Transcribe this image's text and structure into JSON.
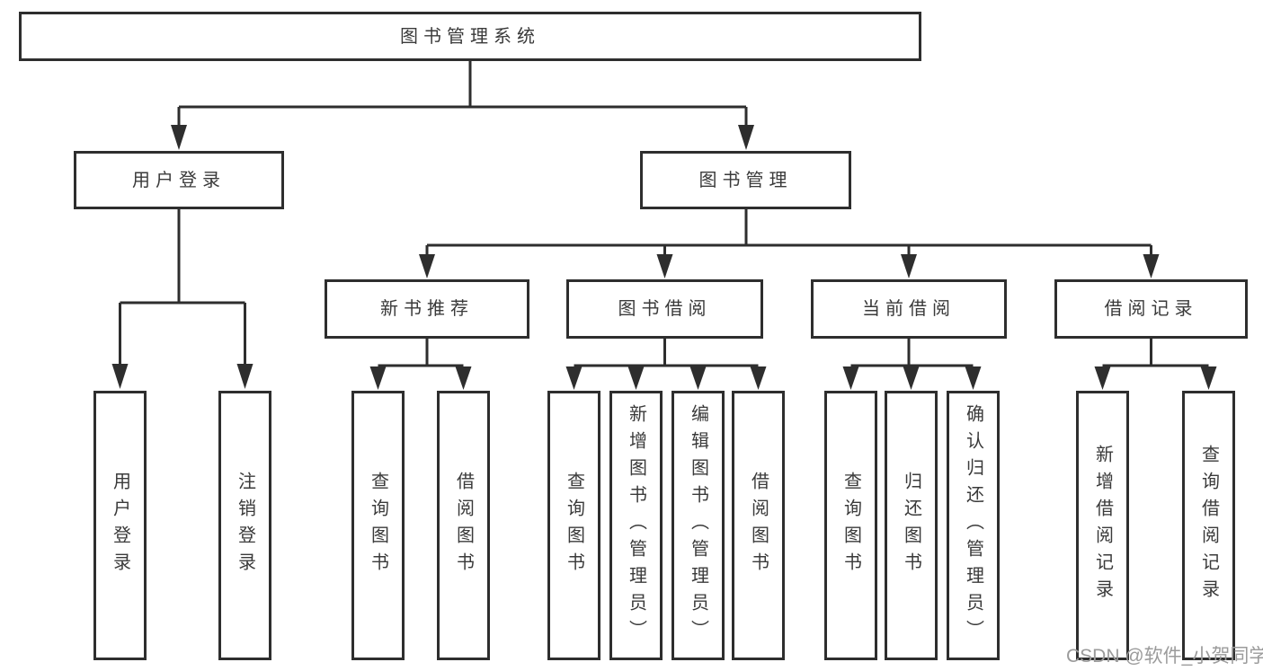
{
  "tree": {
    "label": "图书管理系统",
    "children": [
      {
        "label": "用户登录",
        "children": [
          {
            "label": "用户登录"
          },
          {
            "label": "注销登录"
          }
        ]
      },
      {
        "label": "图书管理",
        "children": [
          {
            "label": "新书推荐",
            "children": [
              {
                "label": "查询图书"
              },
              {
                "label": "借阅图书"
              }
            ]
          },
          {
            "label": "图书借阅",
            "children": [
              {
                "label": "查询图书"
              },
              {
                "label": "新增图书（管理员）"
              },
              {
                "label": "编辑图书（管理员）"
              },
              {
                "label": "借阅图书"
              }
            ]
          },
          {
            "label": "当前借阅",
            "children": [
              {
                "label": "查询图书"
              },
              {
                "label": "归还图书"
              },
              {
                "label": "确认归还（管理员）"
              }
            ]
          },
          {
            "label": "借阅记录",
            "children": [
              {
                "label": "新增借阅记录"
              },
              {
                "label": "查询借阅记录"
              }
            ]
          }
        ]
      }
    ]
  },
  "watermark": {
    "text": "CSDN @软件_小贺同学",
    "color": "#9b9b9b"
  },
  "colors": {
    "line": "#2e2e2e",
    "box_border": "#2e2e2e",
    "box_fill": "#ffffff",
    "text": "#3a3a3a",
    "background": "#ffffff"
  }
}
